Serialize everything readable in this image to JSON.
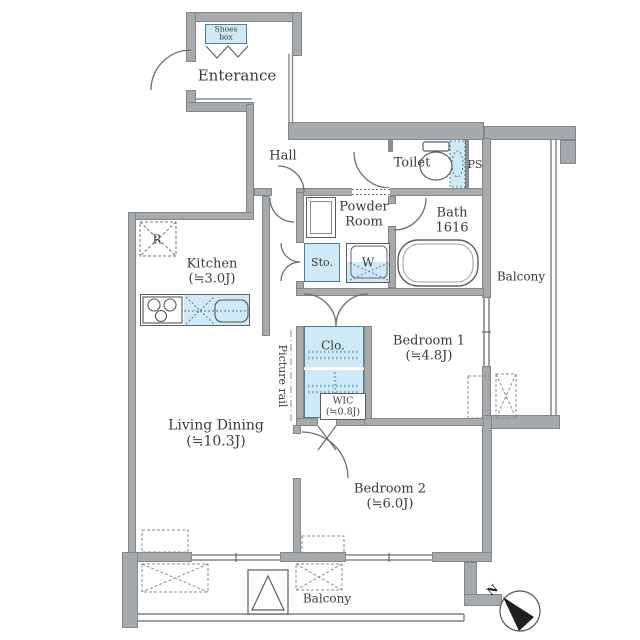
{
  "plan_title": "apartment-floor-plan",
  "colors": {
    "wall_gray": "#a6aaad",
    "fixture_blue": "#cfe9f6",
    "fixture_blue_border": "#4e7f96",
    "line_gray": "#5d6164",
    "text": "#3a3a3a"
  },
  "rooms": {
    "entrance": {
      "label": "Enterance"
    },
    "shoes_box": {
      "line1": "Shoes",
      "line2": "box"
    },
    "hall": {
      "label": "Hall"
    },
    "toilet": {
      "label": "Toilet"
    },
    "pipe_space": {
      "label": "PS"
    },
    "powder_room": {
      "line1": "Powder",
      "line2": "Room"
    },
    "bath": {
      "name": "Bath",
      "size": "1616"
    },
    "balcony_right": {
      "label": "Balcony"
    },
    "kitchen": {
      "name": "Kitchen",
      "area": "(≒3.0J)"
    },
    "refrigerator": {
      "label": "R"
    },
    "storage": {
      "label": "Sto."
    },
    "washer": {
      "label": "W"
    },
    "closet": {
      "label": "Clo."
    },
    "bedroom1": {
      "name": "Bedroom 1",
      "area": "(≒4.8J)"
    },
    "wic": {
      "name": "WIC",
      "area": "(≒0.8J)"
    },
    "picture_rail": {
      "label": "Picture rail"
    },
    "living_dining": {
      "name": "Living Dining",
      "area": "(≒10.3J)"
    },
    "bedroom2": {
      "name": "Bedroom 2",
      "area": "(≒6.0J)"
    },
    "balcony_bottom": {
      "label": "Balcony"
    }
  },
  "compass": {
    "label": "N"
  }
}
